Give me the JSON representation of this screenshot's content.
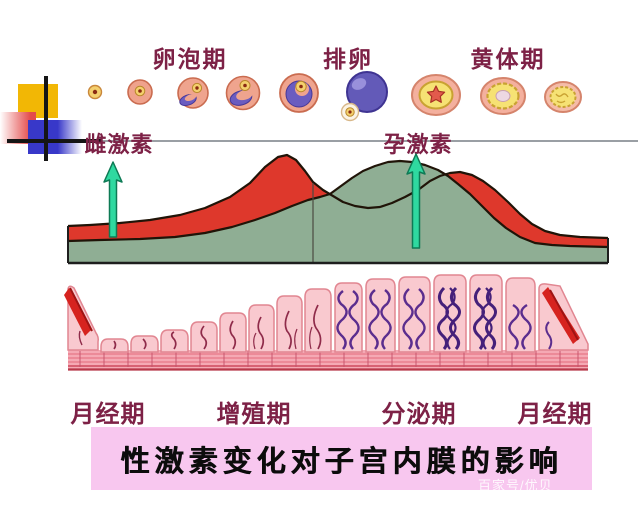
{
  "header": {
    "phases_top": [
      {
        "label": "卵泡期"
      },
      {
        "label": "排卵"
      },
      {
        "label": "黄体期"
      }
    ]
  },
  "hormones": {
    "estrogen_label": "雌激素",
    "progesterone_label": "孕激素"
  },
  "phases_bottom": [
    {
      "label": "月经期"
    },
    {
      "label": "增殖期"
    },
    {
      "label": "分泌期"
    },
    {
      "label": "月经期"
    }
  ],
  "title_box": {
    "title": "性激素变化对子宫内膜的影响"
  },
  "watermark": {
    "text": "百家号/优贝"
  },
  "icons": {
    "follicle_row": [
      "primordial-follicle-icon",
      "primary-follicle-icon",
      "secondary-follicle-icon",
      "antral-follicle-icon",
      "mature-follicle-icon",
      "ovulation-icon",
      "early-corpus-luteum-icon",
      "corpus-luteum-icon",
      "corpus-albicans-icon"
    ],
    "arrows": [
      "estrogen-up-arrow-icon",
      "progesterone-up-arrow-icon"
    ]
  },
  "colors": {
    "label_maroon": "#7D2146",
    "estrogen_fill": "#DE382C",
    "progesterone_fill": "#8FAE94",
    "arrow_green": "#2FD9A0",
    "title_box_pink": "#F8C7EF",
    "endometrium_pink": "#F9C9CF",
    "vessel_red": "#8F2B4A",
    "vessel_purple": "#5B2D8E",
    "shedding_red": "#D6231F",
    "ornament_yellow": "#F2B705",
    "ornament_blue": "#3838C9"
  },
  "chart_data": {
    "type": "area",
    "series": [
      {
        "name": "雌激素",
        "color": "#DE382C",
        "shape": "sharp peak just before ovulation, smaller broad peak in luteal phase",
        "values_norm": [
          [
            0,
            0.34
          ],
          [
            0.1,
            0.36
          ],
          [
            0.2,
            0.44
          ],
          [
            0.3,
            0.62
          ],
          [
            0.42,
            1.0
          ],
          [
            0.47,
            0.76
          ],
          [
            0.53,
            0.53
          ],
          [
            0.6,
            0.52
          ],
          [
            0.68,
            0.72
          ],
          [
            0.74,
            0.84
          ],
          [
            0.8,
            0.68
          ],
          [
            0.87,
            0.38
          ],
          [
            0.93,
            0.26
          ],
          [
            1,
            0.24
          ]
        ]
      },
      {
        "name": "孕激素",
        "color": "#8FAE94",
        "shape": "low in follicular phase, single broad peak in mid-luteal phase",
        "values_norm": [
          [
            0,
            0.2
          ],
          [
            0.2,
            0.21
          ],
          [
            0.35,
            0.28
          ],
          [
            0.45,
            0.42
          ],
          [
            0.55,
            0.72
          ],
          [
            0.62,
            0.94
          ],
          [
            0.66,
            0.96
          ],
          [
            0.72,
            0.85
          ],
          [
            0.78,
            0.62
          ],
          [
            0.84,
            0.35
          ],
          [
            0.9,
            0.2
          ],
          [
            1,
            0.15
          ]
        ]
      }
    ],
    "ovulation_marker_x_norm": 0.47,
    "legend_position": "labels above chart",
    "grid": false
  }
}
